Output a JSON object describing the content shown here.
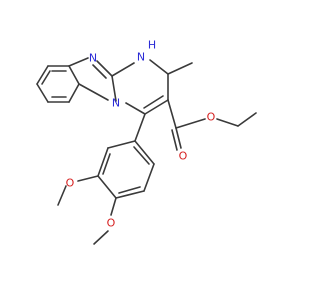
{
  "molecule": {
    "atom_labels": {
      "n_imine": "N",
      "n_amine": "N",
      "n_amine_h": "H",
      "n_bridge": "N",
      "o_carbonyl": "O",
      "o_ester": "O",
      "o_methoxy_upper": "O",
      "o_methoxy_lower": "O"
    }
  },
  "colors": {
    "bond": "#3a3a3a",
    "nitrogen": "#2b2bd6",
    "oxygen": "#d62020",
    "background": "#ffffff"
  }
}
